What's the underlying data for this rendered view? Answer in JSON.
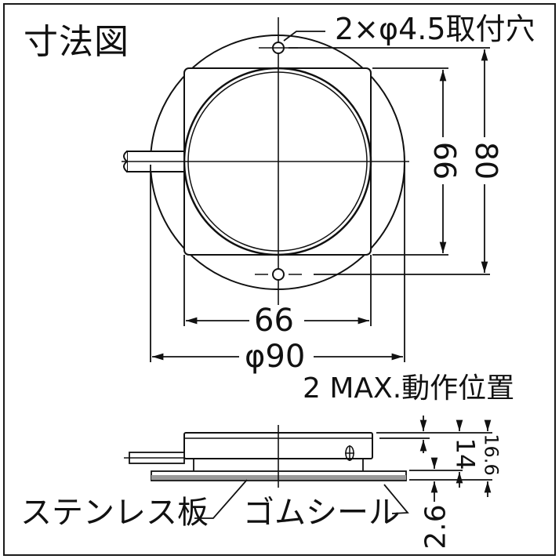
{
  "drawing": {
    "title": "寸法図",
    "top_view": {
      "mounting_hole_note": "2×φ4.5取付穴",
      "dim_square_height": "66",
      "dim_hole_pitch": "80",
      "dim_square_width": "66",
      "dim_outer_diameter": "φ90"
    },
    "side_view": {
      "max_note": "2 MAX.動作位置",
      "dim_body_height": "14",
      "dim_total_height": "16.6",
      "dim_plate_thickness": "2.6",
      "plate_label": "ステンレス板",
      "seal_label": "ゴムシール"
    },
    "colors": {
      "line": "#111111",
      "plate_fill": "#9a9a9a",
      "background": "#ffffff"
    }
  }
}
